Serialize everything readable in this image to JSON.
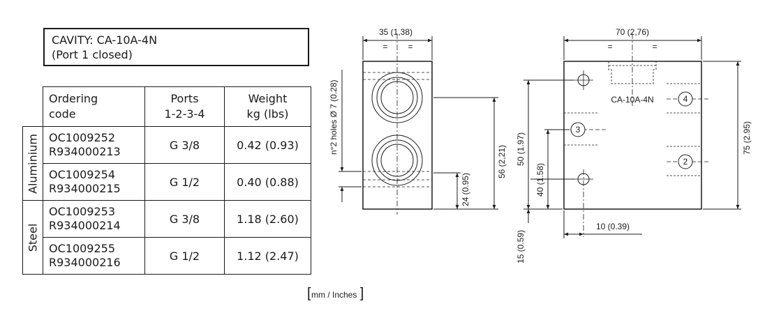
{
  "cavity": {
    "line1": "CAVITY: CA-10A-4N",
    "line2": "(Port 1 closed)"
  },
  "table": {
    "headers": {
      "code_l1": "Ordering",
      "code_l2": "code",
      "ports_l1": "Ports",
      "ports_l2": "1-2-3-4",
      "weight_l1": "Weight",
      "weight_l2": "kg (lbs)"
    },
    "groups": [
      {
        "material": "Aluminium",
        "rows": [
          {
            "code1": "OC1009252",
            "code2": "R934000213",
            "ports": "G 3/8",
            "weight": "0.42 (0.93)"
          },
          {
            "code1": "OC1009254",
            "code2": "R934000215",
            "ports": "G 1/2",
            "weight": "0.40 (0.88)"
          }
        ]
      },
      {
        "material": "Steel",
        "rows": [
          {
            "code1": "OC1009253",
            "code2": "R934000214",
            "ports": "G 3/8",
            "weight": "1.18 (2.60)"
          },
          {
            "code1": "OC1009255",
            "code2": "R934000216",
            "ports": "G 1/2",
            "weight": "1.12 (2.47)"
          }
        ]
      }
    ]
  },
  "side_view": {
    "width_dim": "35 (1,38)",
    "eq1": "=",
    "eq2": "=",
    "holes_label": "n°2 holes Ø 7 (0.28)",
    "dim_56": "56 (2,21)",
    "dim_24": "24 (0.95)"
  },
  "front_view": {
    "width_dim": "70 (2,76)",
    "eq1": "=",
    "eq2": "=",
    "cavity_label": "CA-10A-4N",
    "port4": "4",
    "port3": "3",
    "port2": "2",
    "dim_75": "75 (2.95)",
    "dim_50": "50 (1.97)",
    "dim_40": "40 (1.58)",
    "dim_10": "10 (0.39)",
    "dim_15": "15 (0.59)"
  },
  "units": "mm / Inches"
}
